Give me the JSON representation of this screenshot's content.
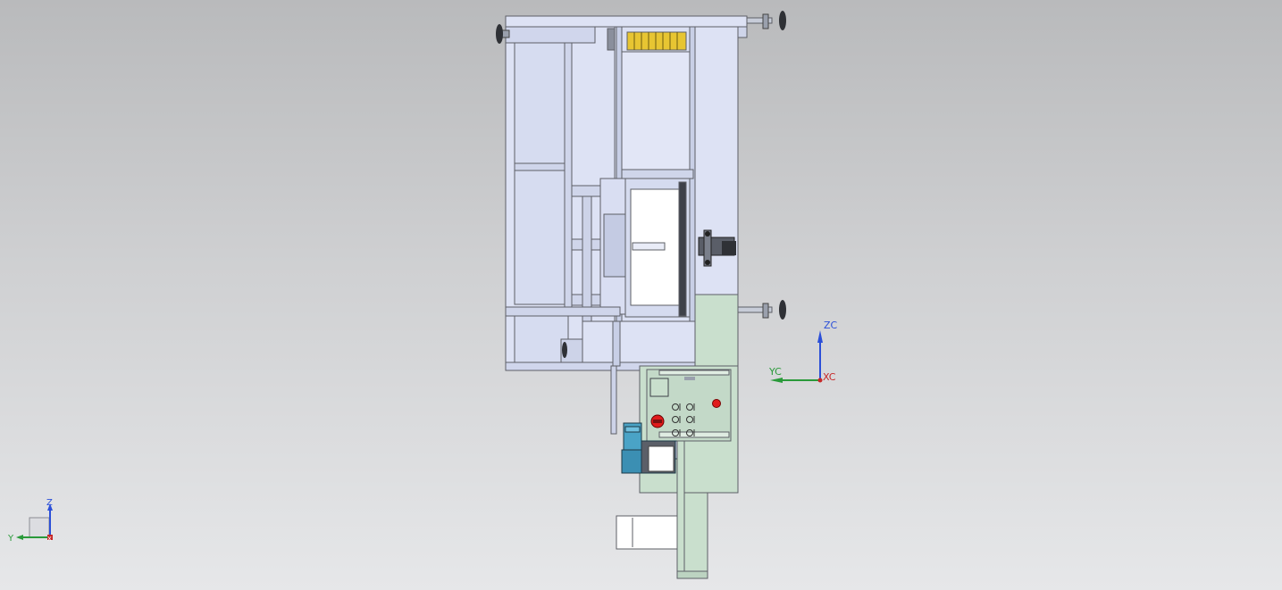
{
  "viewport": {
    "background_top": "#b9babc",
    "background_bottom": "#e6e7e9"
  },
  "model": {
    "frame_fill": "#dde2f4",
    "frame_stroke": "#5d5f66",
    "panel_fill": "#c9dfcd",
    "motor_color": "#4aa3c6",
    "warning_strip_color": "#e7c532",
    "button_red": "#e01b1b"
  },
  "work_csys": {
    "z_label": "ZC",
    "y_label": "YC",
    "x_label": "XC",
    "z_color": "#2b4fd8",
    "y_color": "#2a9a3a",
    "x_color": "#c62828"
  },
  "view_triad": {
    "z_label": "Z",
    "y_label": "Y",
    "x_label": "X"
  }
}
